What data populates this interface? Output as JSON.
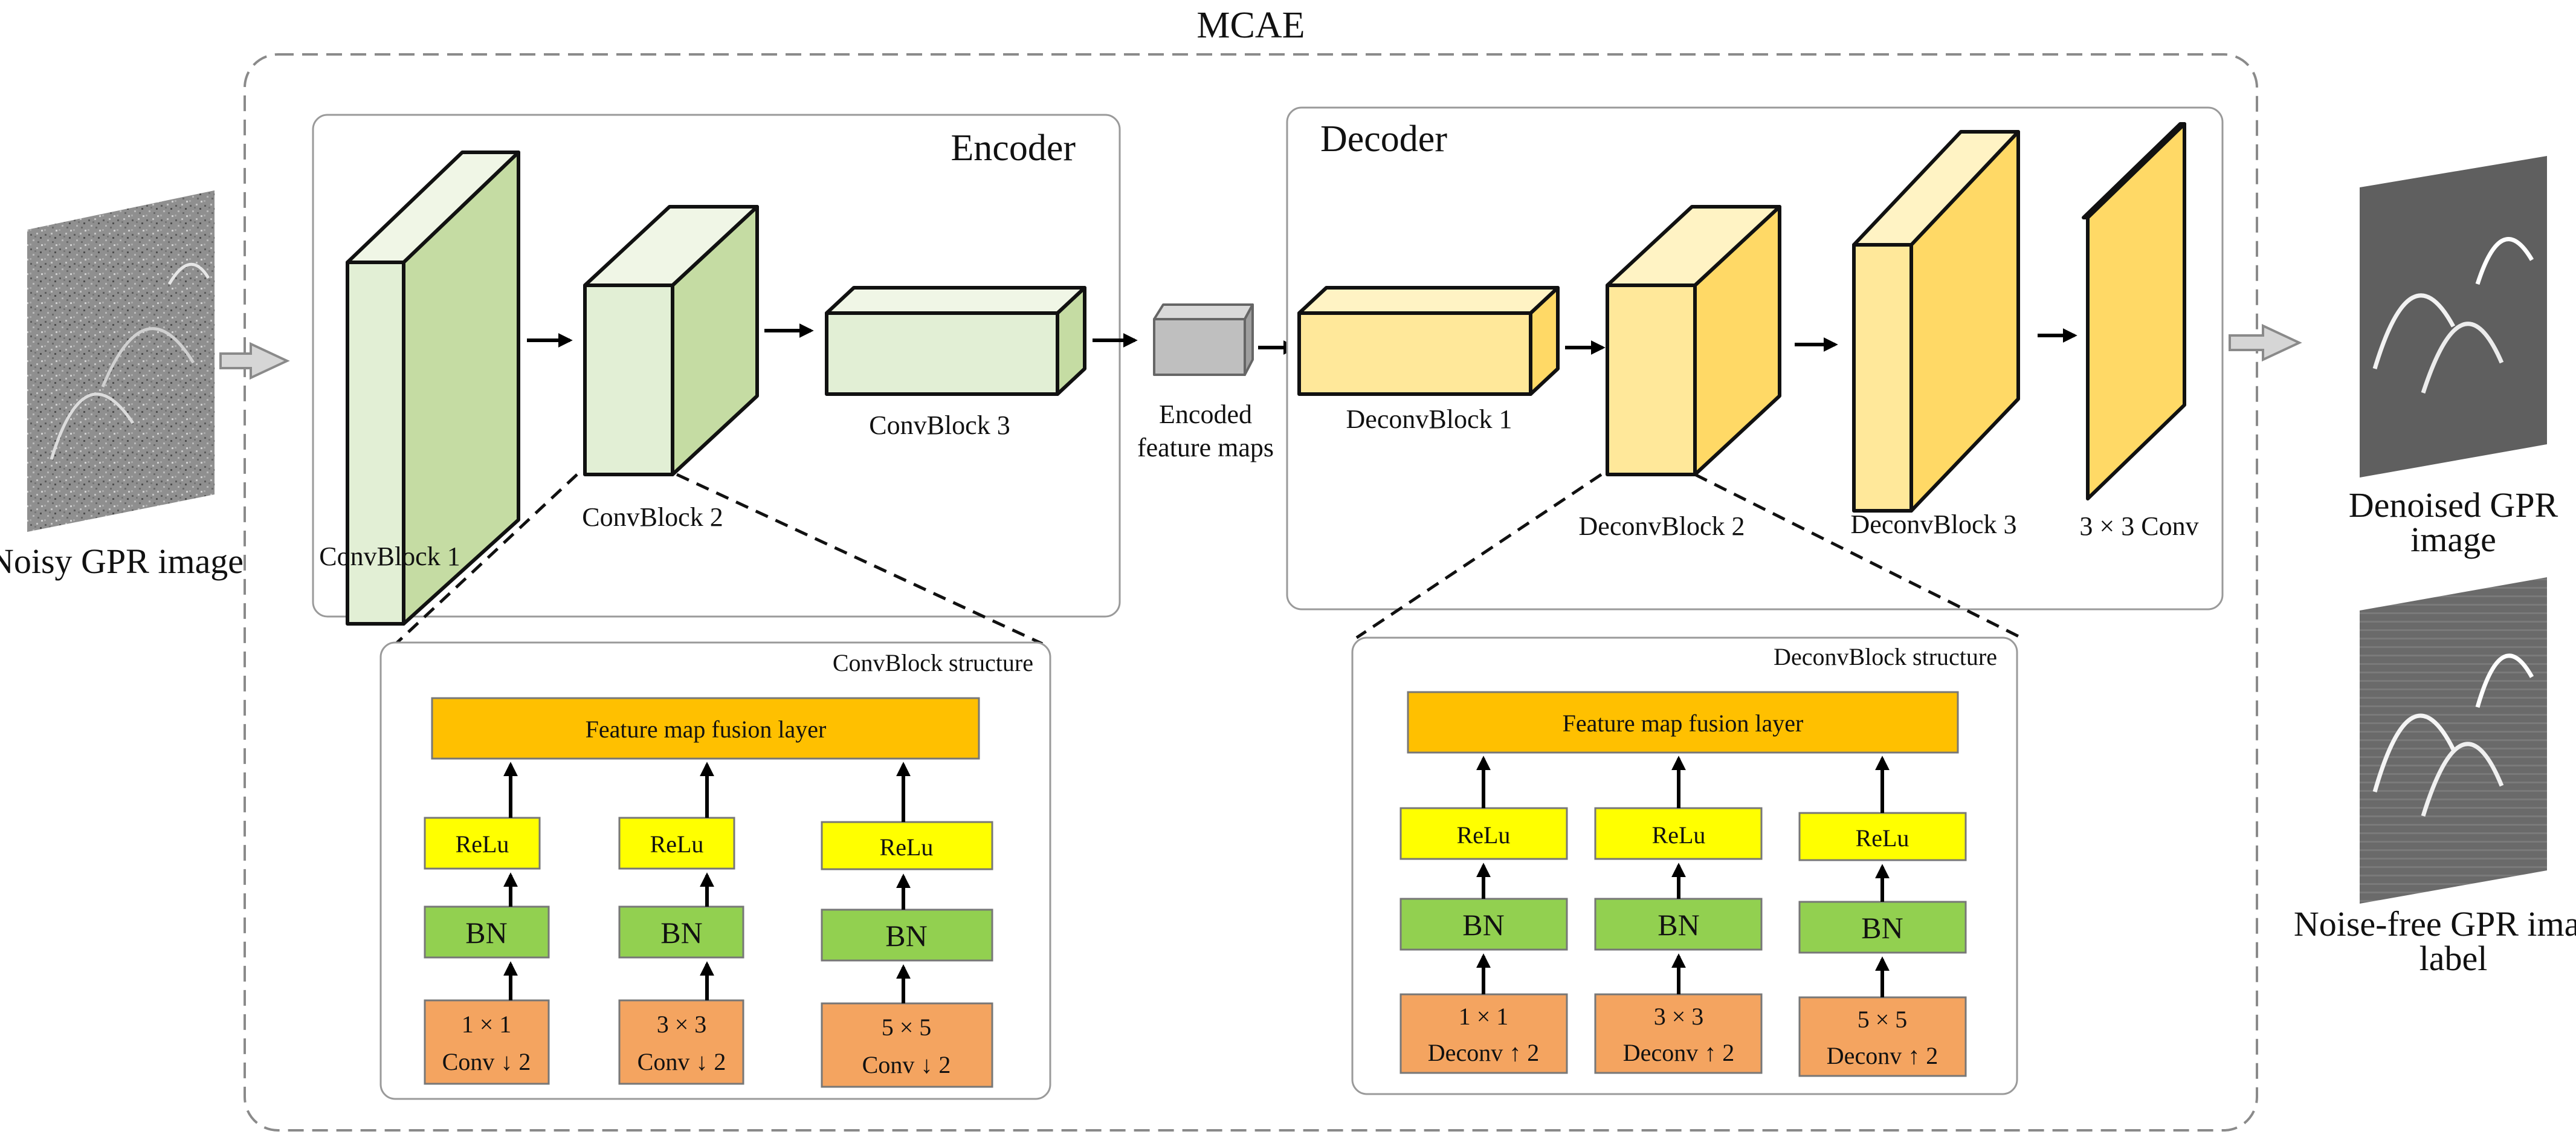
{
  "outer_title": "MCAE",
  "inputs": {
    "noisy": "Noisy GPR image"
  },
  "outputs": {
    "denoised": [
      "Denoised GPR",
      "image"
    ],
    "label": [
      "Noise-free GPR image",
      "label"
    ]
  },
  "encoder": {
    "title": "Encoder",
    "blocks": [
      "ConvBlock 1",
      "ConvBlock 2",
      "ConvBlock 3"
    ]
  },
  "bottleneck": [
    "Encoded",
    "feature maps"
  ],
  "decoder": {
    "title": "Decoder",
    "blocks": [
      "DeconvBlock 1",
      "DeconvBlock 2",
      "DeconvBlock 3",
      "3 × 3 Conv"
    ]
  },
  "conv_structure": {
    "title": "ConvBlock structure",
    "fusion": "Feature map fusion layer",
    "relu": "ReLu",
    "bn": "BN",
    "branches": [
      [
        "1 × 1",
        "Conv ↓ 2"
      ],
      [
        "3 × 3",
        "Conv ↓ 2"
      ],
      [
        "5 × 5",
        "Conv ↓ 2"
      ]
    ]
  },
  "deconv_structure": {
    "title": "DeconvBlock structure",
    "fusion": "Feature map fusion layer",
    "relu": "ReLu",
    "bn": "BN",
    "branches": [
      [
        "1 × 1",
        "Deconv ↑ 2"
      ],
      [
        "3 × 3",
        "Deconv ↑ 2"
      ],
      [
        "5 × 5",
        "Deconv ↑ 2"
      ]
    ]
  },
  "colors": {
    "encoder_front": "#e2efd5",
    "encoder_side": "#c5dca3",
    "encoder_top": "#f0f6e6",
    "decoder_front": "#ffe89a",
    "decoder_side": "#ffd966",
    "decoder_top": "#fff3c4",
    "fusion": "#ffc000",
    "relu": "#ffff00",
    "bn": "#92d050",
    "conv": "#f4a460"
  }
}
